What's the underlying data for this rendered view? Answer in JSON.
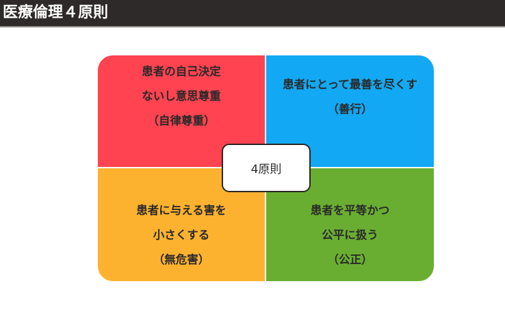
{
  "header": {
    "title": "医療倫理４原則"
  },
  "diagram": {
    "center_label": "4原則",
    "quadrants": [
      {
        "position": "top-left",
        "color": "#ff4350",
        "lines": [
          "患者の自己決定",
          "ないし意思尊重",
          "（自律尊重）"
        ]
      },
      {
        "position": "top-right",
        "color": "#13a8f3",
        "lines": [
          "患者にとって最善を尽くす",
          "（善行）"
        ]
      },
      {
        "position": "bottom-left",
        "color": "#fdb22f",
        "lines": [
          "患者に与える害を",
          "小さくする",
          "（無危害）"
        ]
      },
      {
        "position": "bottom-right",
        "color": "#6aae31",
        "lines": [
          "患者を平等かつ",
          "公平に扱う",
          "（公正）"
        ]
      }
    ]
  }
}
